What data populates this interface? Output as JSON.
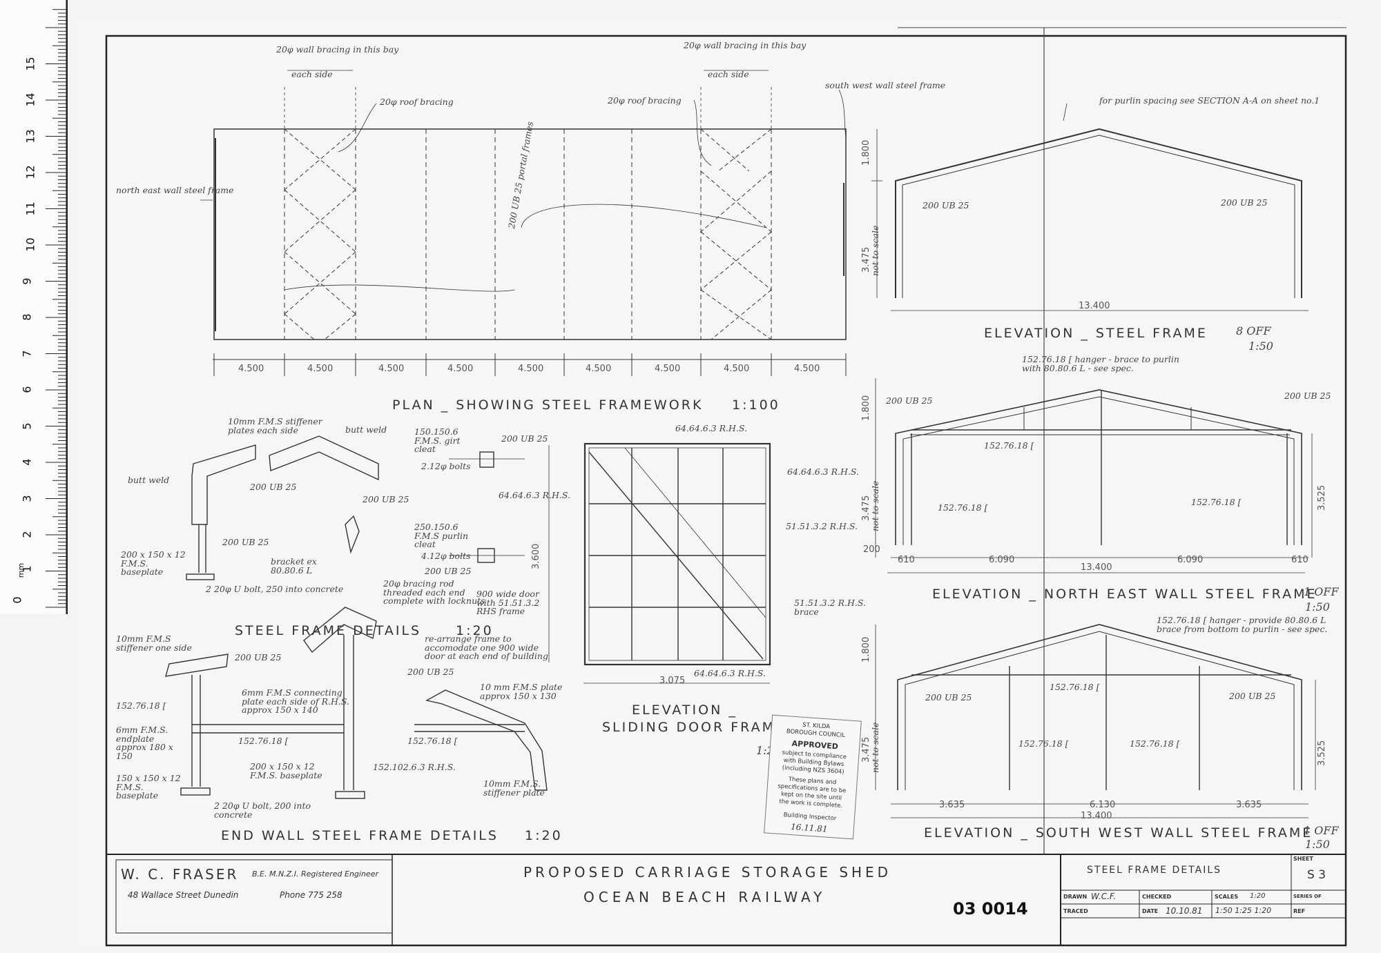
{
  "ruler": {
    "numbers": [
      "1",
      "2",
      "3",
      "4",
      "5",
      "6",
      "7",
      "8",
      "9",
      "10",
      "11",
      "12",
      "13",
      "14",
      "15"
    ],
    "label": "mm",
    "zero": "0"
  },
  "plan": {
    "title": "PLAN _ SHOWING  STEEL  FRAMEWORK",
    "scale": "1:100",
    "bays": [
      "4.500",
      "4.500",
      "4.500",
      "4.500",
      "4.500",
      "4.500",
      "4.500",
      "4.500",
      "4.500"
    ],
    "note_wall_bracing_left": "20φ wall bracing in this bay",
    "note_each_side_left": "each side",
    "note_roof_bracing_left": "20φ roof bracing",
    "note_roof_bracing_right": "20φ roof bracing",
    "note_wall_bracing_right": "20φ wall bracing in this bay",
    "note_each_side_right": "each side",
    "note_sw_frame": "south west wall steel frame",
    "note_ne_frame": "north east wall steel frame",
    "note_portal": "200 UB 25 portal frames"
  },
  "elev_steel": {
    "title": "ELEVATION _ STEEL  FRAME",
    "count": "8 OFF",
    "scale": "1:50",
    "note": "for purlin spacing see SECTION A-A on sheet no.1",
    "col_left": "200 UB 25",
    "col_right": "200 UB 25",
    "rise": "1.800",
    "height": "3.475",
    "nts": "not to scale",
    "span": "13.400"
  },
  "elev_ne": {
    "title": "ELEVATION _ NORTH EAST WALL STEEL FRAME",
    "count": "1 OFF",
    "scale": "1:50",
    "note": "152.76.18 [ hanger - brace to purlin with 80.80.6 L - see spec.",
    "ub_left": "200 UB 25",
    "ub_right": "200 UB 25",
    "channel_top": "152.76.18 [",
    "channel_left": "152.76.18 [",
    "channel_right": "152.76.18 [",
    "rise": "1.800",
    "height": "3.475",
    "height_right": "3.525",
    "nts": "not to scale",
    "base": "200",
    "dims": [
      "610",
      "6.090",
      "6.090",
      "610"
    ],
    "span": "13.400"
  },
  "elev_sw": {
    "title": "ELEVATION _ SOUTH WEST WALL STEEL FRAME",
    "count": "1 OFF",
    "scale": "1:50",
    "note": "152.76.18 [ hanger - provide 80.80.6 L brace from bottom to purlin - see spec.",
    "ub_left": "200 UB 25",
    "ub_right": "200 UB 25",
    "channel_top": "152.76.18 [",
    "channel_left": "152.76.18 [",
    "channel_right": "152.76.18 [",
    "rise": "1.800",
    "height": "3.475",
    "height_right": "3.525",
    "nts": "not to scale",
    "dims": [
      "3.635",
      "6.130",
      "3.635"
    ],
    "span": "13.400"
  },
  "frame_details": {
    "title": "STEEL  FRAME  DETAILS",
    "scale": "1:20",
    "n1": "10mm F.M.S stiffener plates each side",
    "n2": "butt weld",
    "n3": "butt weld",
    "n4": "200 UB 25",
    "n5": "200 UB 25",
    "n6": "200 UB 25",
    "n7": "200 x 150 x 12 F.M.S. baseplate",
    "n8": "bracket ex 80.80.6 L",
    "n9": "2 20φ U bolt, 250 into concrete",
    "n10": "20φ bracing rod threaded each end complete with locknuts",
    "n11": "150.150.6 F.M.S. girt cleat",
    "n12": "200 UB 25",
    "n13": "2.12φ bolts",
    "n14": "250.150.6 F.M.S purlin cleat",
    "n15": "4.12φ bolts",
    "n16": "200 UB 25"
  },
  "door": {
    "title": "ELEVATION _",
    "title2": "SLIDING  DOOR  FRAME",
    "scale": "1:25",
    "top": "64.64.6.3 R.H.S.",
    "r1": "64.64.6.3 R.H.S.",
    "left": "64.64.6.3 R.H.S.",
    "r2": "51.51.3.2 R.H.S.",
    "r3": "51.51.3.2 R.H.S. brace",
    "bottom": "64.64.6.3 R.H.S.",
    "height": "3.600",
    "width": "3.075",
    "door_note": "900 wide door with 51.51.3.2 RHS frame",
    "rearrange": "re-arrange frame to accomodate one 900 wide door at each end of building"
  },
  "end_wall": {
    "title": "END  WALL  STEEL  FRAME  DETAILS",
    "scale": "1:20",
    "n1": "10mm F.M.S stiffener one side",
    "n2": "200 UB 25",
    "n3": "200 UB 25",
    "n4": "152.76.18 [",
    "n5": "6mm F.M.S connecting plate each side of R.H.S. approx 150 x 140",
    "n6": "6mm F.M.S. endplate approx 180 x 150",
    "n7": "152.76.18 [",
    "n8": "152.76.18 [",
    "n9": "10 mm F.M.S plate approx 150 x 130",
    "n10": "200 x 150 x 12 F.M.S. baseplate",
    "n11": "150 x 150 x 12 F.M.S. baseplate",
    "n12": "152.102.6.3 R.H.S.",
    "n13": "2 20φ U bolt, 200 into concrete",
    "n14": "10mm F.M.S. stiffener plate"
  },
  "stamp": {
    "l1": "ST. KILDA",
    "l2": "BOROUGH COUNCIL",
    "l3": "APPROVED",
    "l4": "subject to compliance",
    "l5": "with Building Bylaws",
    "l6": "(including NZS 3604)",
    "l7": "These plans and",
    "l8": "specifications are to be",
    "l9": "kept on the site until",
    "l10": "the work is complete.",
    "l11": "Building Inspector",
    "date": "16.11.81"
  },
  "title_block": {
    "engineer": "W. C. FRASER",
    "qual": "B.E. M.N.Z.I.  Registered Engineer",
    "address": "48 Wallace Street Dunedin",
    "phone": "Phone 775 258",
    "project1": "PROPOSED  CARRIAGE  STORAGE  SHED",
    "project2": "OCEAN  BEACH  RAILWAY",
    "sheet_title": "STEEL  FRAME  DETAILS",
    "sheet_label": "SHEET",
    "sheet_no": "S 3",
    "drawn_label": "DRAWN",
    "drawn": "W.C.F.",
    "checked_label": "CHECKED",
    "scales_label": "SCALES",
    "scales_top": "1:20",
    "series_label": "SERIES OF",
    "traced_label": "TRACED",
    "date_label": "DATE",
    "date": "10.10.81",
    "scales": "1:50  1:25  1:20",
    "ref_label": "REF",
    "drawing_no": "03 0014"
  }
}
